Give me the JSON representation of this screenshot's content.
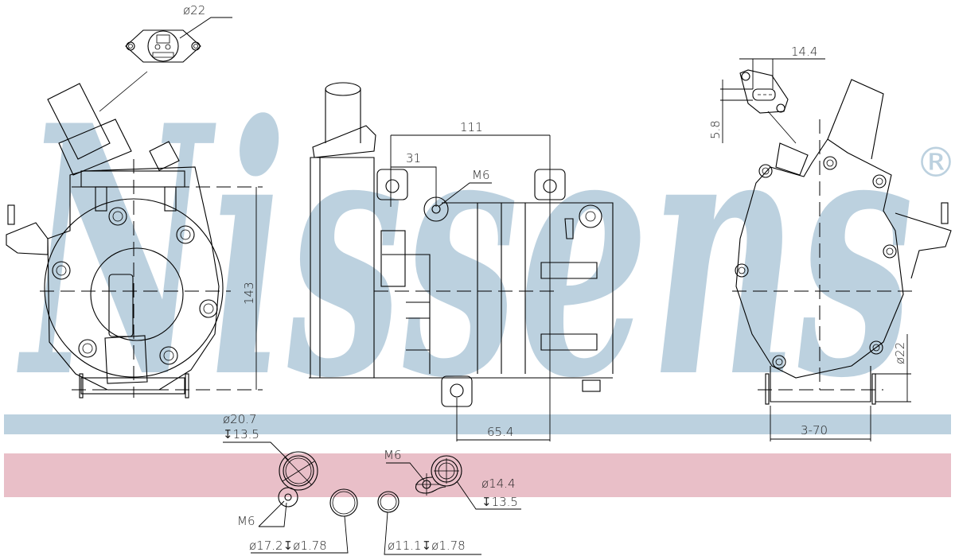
{
  "watermark": {
    "brand": "Nissens",
    "registered_mark": "®",
    "color": "#bcd1df"
  },
  "bands": {
    "blue_band_color": "#bcd1df",
    "pink_band_color": "#e9bfc8"
  },
  "views": {
    "front_view": {
      "connector_diameter": "ø22",
      "height_dimension": "143"
    },
    "side_view": {
      "length_dimension": "111",
      "offset_dimension": "31",
      "thread_label": "M6",
      "bottom_offset_dimension": "65.4"
    },
    "rear_view": {
      "connector_width": "14.4",
      "connector_height": "5.8",
      "pulley_diameter": "ø22",
      "mount_spacing": "3-70"
    }
  },
  "ports": {
    "large_port": {
      "diameter": "ø20.7",
      "depth": "↧13.5",
      "thread": "M6"
    },
    "oring_large": "ø17.2↧ø1.78",
    "small_port": {
      "thread": "M6",
      "diameter": "ø14.4",
      "depth": "↧13.5"
    },
    "oring_small": "ø11.1↧ø1.78"
  }
}
